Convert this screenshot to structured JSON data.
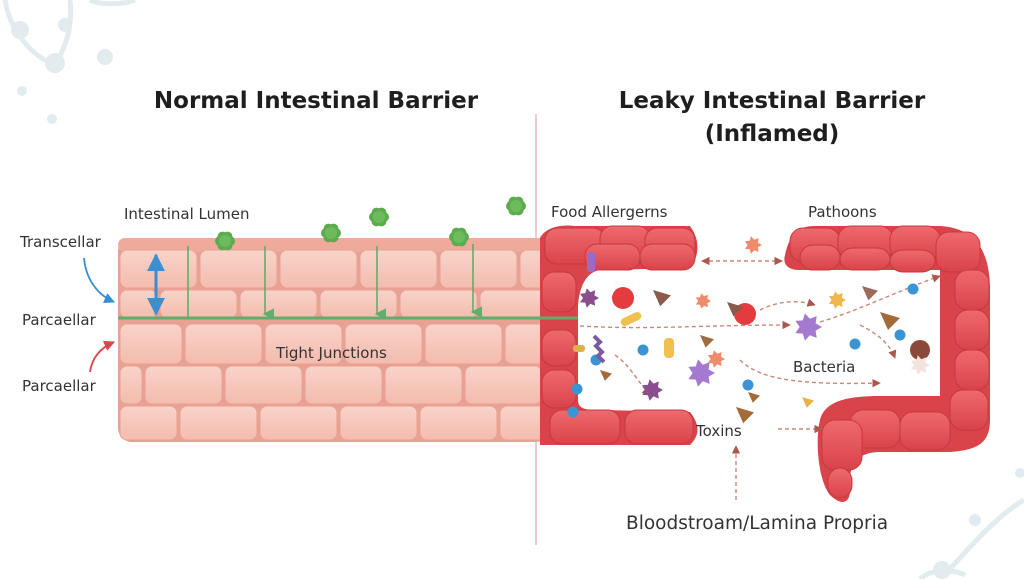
{
  "titles": {
    "normal": "Normal Intestinal Barrier",
    "leaky_line1": "Leaky Intestinal Barrier",
    "leaky_line2": "(Inflamed)"
  },
  "labels": {
    "intestinal_lumen": "Intestinal Lumen",
    "transcellar": "Transcellar",
    "parcaellar_top": "Parcaellar",
    "parcaellar_bottom": "Parcaellar",
    "tight_junctions": "Tight Junctions",
    "food_allergens": "Food Allergerns",
    "pathogens": "Pathoons",
    "bacteria": "Bacteria",
    "toxins": "Toxins",
    "bloodstream": "Bloodstroam/Lamina Propria"
  },
  "colors": {
    "normal_cell": "#f6c4b8",
    "normal_cell_border": "#e8a193",
    "inflamed_cell": "#e0474c",
    "inflamed_cell_light": "#ea6366",
    "tight_junction_line": "#5fae6c",
    "transcellar_arrow": "#3b8fd0",
    "parcaellar_arrow": "#d9474a",
    "divider": "#e0a8ad",
    "background_decor": "#e2ecee",
    "pathogen_arrow": "#b5705f"
  }
}
